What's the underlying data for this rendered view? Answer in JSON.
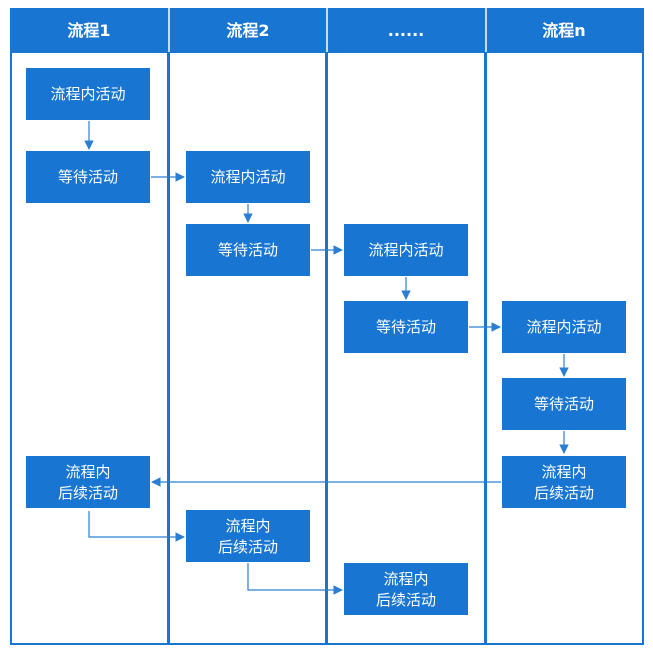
{
  "colors": {
    "primary": "#1876d2",
    "lane_border": "#1876d2",
    "arrow": "#2a7fd4",
    "text_on_primary": "#ffffff"
  },
  "lanes": [
    "流程1",
    "流程2",
    "......",
    "流程n"
  ],
  "nodes": {
    "p1_internal": [
      "流程内活动"
    ],
    "p1_wait": [
      "等待活动"
    ],
    "p2_internal": [
      "流程内活动"
    ],
    "p2_wait": [
      "等待活动"
    ],
    "p3_internal": [
      "流程内活动"
    ],
    "p3_wait": [
      "等待活动"
    ],
    "pn_internal": [
      "流程内活动"
    ],
    "pn_wait": [
      "等待活动"
    ],
    "pn_follow": [
      "流程内",
      "后续活动"
    ],
    "p1_follow": [
      "流程内",
      "后续活动"
    ],
    "p2_follow": [
      "流程内",
      "后续活动"
    ],
    "p3_follow": [
      "流程内",
      "后续活动"
    ]
  },
  "edges": [
    [
      "p1_internal",
      "p1_wait"
    ],
    [
      "p1_wait",
      "p2_internal"
    ],
    [
      "p2_internal",
      "p2_wait"
    ],
    [
      "p2_wait",
      "p3_internal"
    ],
    [
      "p3_internal",
      "p3_wait"
    ],
    [
      "p3_wait",
      "pn_internal"
    ],
    [
      "pn_internal",
      "pn_wait"
    ],
    [
      "pn_wait",
      "pn_follow"
    ],
    [
      "pn_follow",
      "p1_follow"
    ],
    [
      "p1_follow",
      "p2_follow"
    ],
    [
      "p2_follow",
      "p3_follow"
    ]
  ]
}
